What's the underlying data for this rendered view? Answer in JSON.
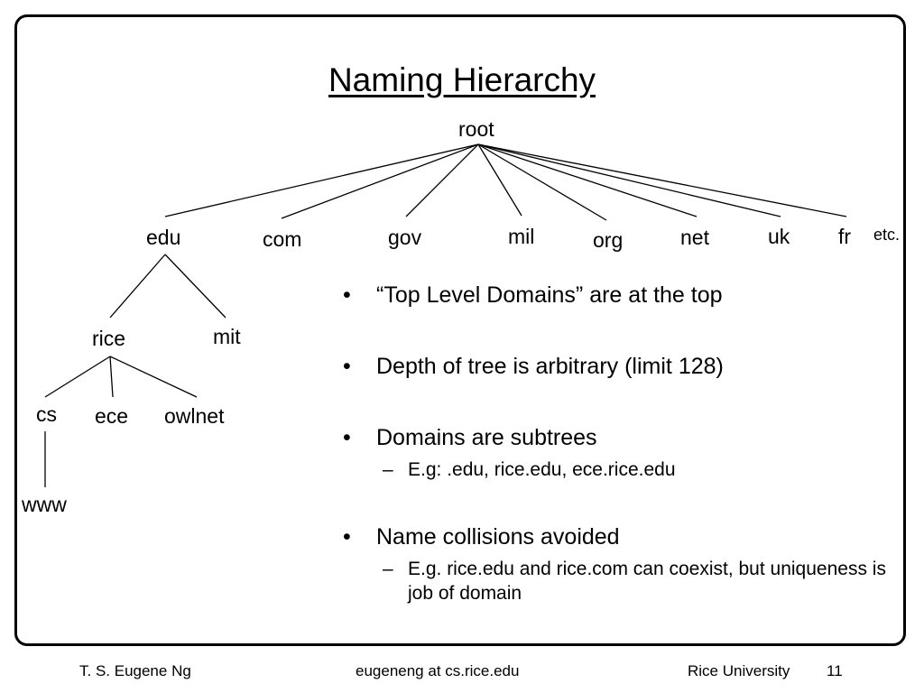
{
  "slide": {
    "title": "Naming Hierarchy",
    "tree": {
      "root": "root",
      "tlds": [
        "edu",
        "com",
        "gov",
        "mil",
        "org",
        "net",
        "uk",
        "fr"
      ],
      "etc": "etc.",
      "edu_children": [
        "rice",
        "mit"
      ],
      "rice_children": [
        "cs",
        "ece",
        "owlnet"
      ],
      "cs_children": [
        "www"
      ]
    },
    "bullets": [
      {
        "marker": "•",
        "text": "“Top Level Domains” are at the top",
        "subs": []
      },
      {
        "marker": "•",
        "text": "Depth of tree is arbitrary (limit 128)",
        "subs": []
      },
      {
        "marker": "•",
        "text": "Domains are subtrees",
        "subs": [
          {
            "marker": "–",
            "text": "E.g: .edu, rice.edu, ece.rice.edu"
          }
        ]
      },
      {
        "marker": "•",
        "text": "Name collisions avoided",
        "subs": [
          {
            "marker": "–",
            "text": "E.g. rice.edu and rice.com can coexist, but uniqueness is job of domain"
          }
        ]
      }
    ]
  },
  "footer": {
    "author": "T. S. Eugene Ng",
    "email": "eugeneng at cs.rice.edu",
    "institution": "Rice University",
    "page_number": "11"
  }
}
